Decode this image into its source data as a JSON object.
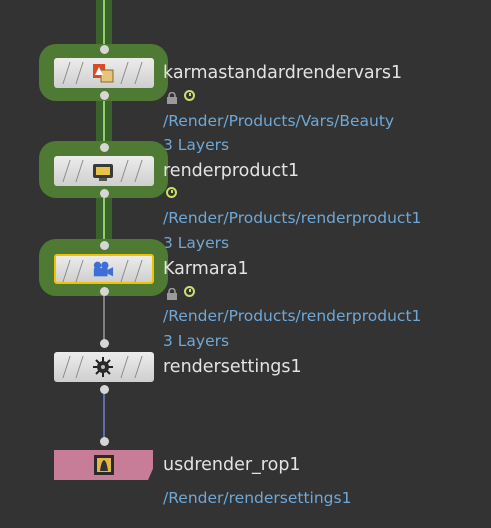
{
  "colors": {
    "background": "#333333",
    "node_label": "#e3e3e3",
    "path_text": "#6fa8d6",
    "highlight_glow": "#4e7a33",
    "selected_border": "#f2c200",
    "rop_node": "#c77d98"
  },
  "nodes": [
    {
      "name": "karmastandardrendervars1",
      "path": "/Render/Products/Vars/Beauty",
      "layers": "3 Layers",
      "icon": "render-vars-icon"
    },
    {
      "name": "renderproduct1",
      "path": "/Render/Products/renderproduct1",
      "layers": "3 Layers",
      "icon": "render-product-icon"
    },
    {
      "name": "Karmara1",
      "path": "/Render/Products/renderproduct1",
      "layers": "3 Layers",
      "icon": "camera-icon"
    },
    {
      "name": "rendersettings1",
      "icon": "render-settings-icon"
    },
    {
      "name": "usdrender_rop1",
      "path": "/Render/rendersettings1",
      "icon": "usd-render-rop-icon"
    }
  ]
}
